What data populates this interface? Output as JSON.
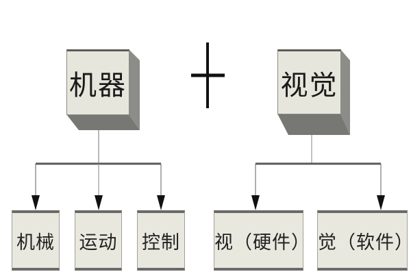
{
  "diagram": {
    "top_nodes": [
      {
        "id": "machine",
        "label": "机器"
      },
      {
        "id": "vision",
        "label": "视觉"
      }
    ],
    "operator": "+",
    "machine_children": [
      {
        "label": "机械"
      },
      {
        "label": "运动"
      },
      {
        "label": "控制"
      }
    ],
    "vision_children": [
      {
        "label": "视（硬件）"
      },
      {
        "label": "觉（软件）"
      }
    ]
  },
  "colors": {
    "box_face": "#e7e6dc",
    "box_side": "#8c8c88",
    "box_bottom": "#777773",
    "line": "#555555",
    "arrow": "#111111"
  }
}
